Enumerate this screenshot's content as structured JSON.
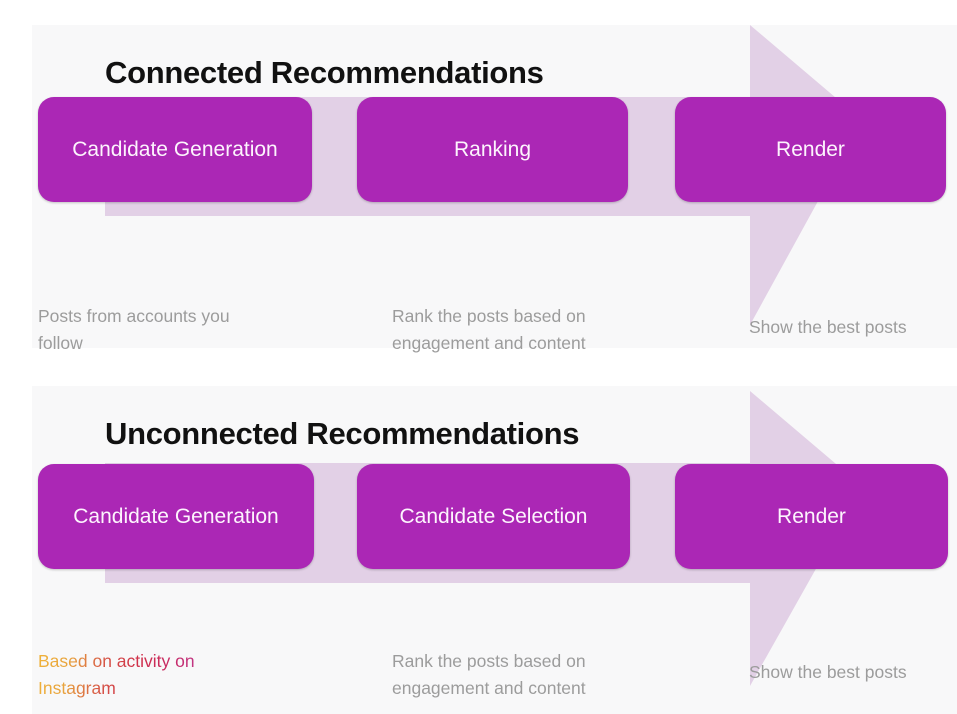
{
  "diagram": {
    "panels": [
      {
        "key": "connected",
        "title": "Connected Recommendations",
        "arrow_color": "#e2d0e6",
        "box_color": "#ab27b5",
        "stages": [
          {
            "label": "Candidate Generation",
            "caption": "Posts from accounts you follow"
          },
          {
            "label": "Ranking",
            "caption": "Rank the posts based on engagement and content"
          },
          {
            "label": "Render",
            "caption": "Show the best posts"
          }
        ]
      },
      {
        "key": "unconnected",
        "title": "Unconnected Recommendations",
        "arrow_color": "#e2d0e6",
        "box_color": "#ab27b5",
        "stages": [
          {
            "label": "Candidate Generation",
            "caption": "Based on activity on Instagram"
          },
          {
            "label": "Candidate Selection",
            "caption": "Rank the posts based on engagement and content"
          },
          {
            "label": "Render",
            "caption": "Show the best posts"
          }
        ]
      }
    ],
    "colors": {
      "panel_background": "#f8f8f9",
      "arrow_fill": "#e2d0e6",
      "box_fill": "#ab27b5",
      "box_text": "#fdf4fd",
      "title_text": "#111111",
      "caption_text": "#9c9c9c",
      "gradient_start": "#f0b33a",
      "gradient_mid": "#cf2e4b",
      "gradient_end": "#ac62bd"
    }
  }
}
